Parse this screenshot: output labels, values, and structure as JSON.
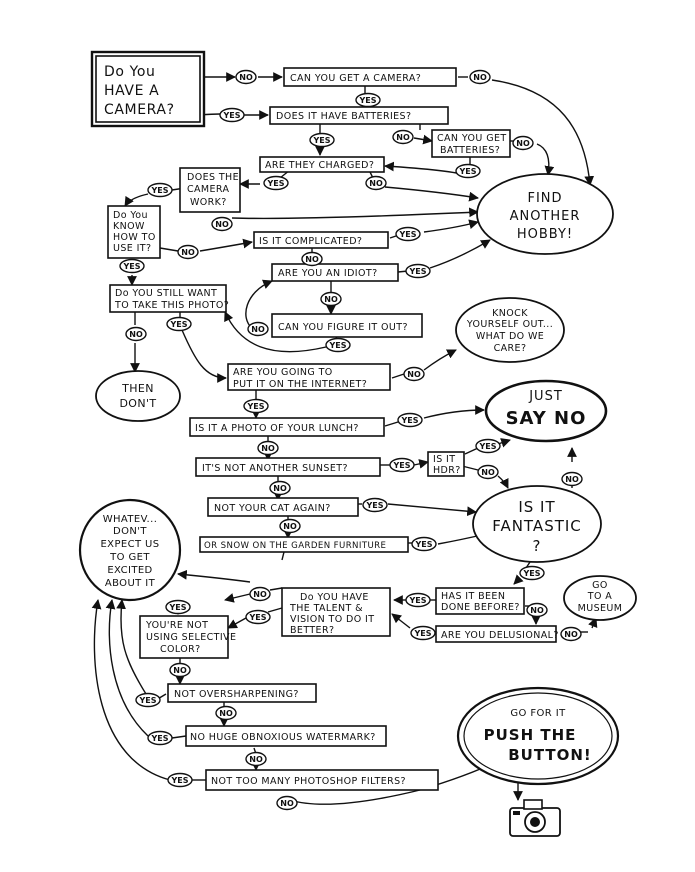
{
  "start": [
    "Do You",
    "HAVE A",
    "CAMERA?"
  ],
  "questions": {
    "can_get_camera": "CAN YOU GET A CAMERA?",
    "have_batteries": "DOES IT HAVE BATTERIES?",
    "can_get_batteries": [
      "CAN YOU GET",
      "BATTERIES?"
    ],
    "charged": "ARE THEY CHARGED?",
    "camera_work": [
      "DOES THE",
      "CAMERA",
      "WORK?"
    ],
    "know_how": [
      "Do You",
      "KNOW",
      "HOW TO",
      "USE IT?"
    ],
    "complicated": "IS IT COMPLICATED?",
    "idiot": "ARE YOU AN IDIOT?",
    "still_want": [
      "Do YOU STILL WANT",
      "TO TAKE THIS PHOTO?"
    ],
    "figure_out": "CAN YOU FIGURE IT OUT?",
    "internet": [
      "ARE YOU GOING TO",
      "PUT IT ON THE INTERNET?"
    ],
    "lunch": "IS IT A PHOTO OF YOUR LUNCH?",
    "sunset": "IT'S NOT ANOTHER SUNSET?",
    "hdr": [
      "IS IT",
      "HDR?"
    ],
    "cat": "NOT YOUR CAT AGAIN?",
    "snow": "OR SNOW ON THE GARDEN FURNITURE",
    "talent": [
      "Do YOU HAVE",
      "THE TALENT &",
      "VISION TO DO IT",
      "BETTER?"
    ],
    "done_before": [
      "HAS IT BEEN",
      "DONE BEFORE?"
    ],
    "delusional": "ARE YOU DELUSIONAL?",
    "selective": [
      "YOU'RE NOT",
      "USING SELECTIVE",
      "COLOR?"
    ],
    "sharpen": "NOT OVERSHARPENING?",
    "watermark": "NO HUGE OBNOXIOUS WATERMARK?",
    "filters": "NOT TOO MANY PHOTOSHOP FILTERS?"
  },
  "outcomes": {
    "find_hobby": [
      "FIND",
      "ANOTHER",
      "HOBBY!"
    ],
    "then_dont": [
      "THEN",
      "DON'T"
    ],
    "knock_out": [
      "KNOCK",
      "YOURSELF OUT...",
      "WHAT DO WE",
      "CARE?"
    ],
    "just_say_no": [
      "JUST",
      "SAY NO"
    ],
    "fantastic": [
      "IS IT",
      "FANTASTIC",
      "?"
    ],
    "whatev": [
      "WHATEV...",
      "DON'T",
      "EXPECT US",
      "TO GET",
      "EXCITED",
      "ABOUT IT"
    ],
    "museum": [
      "GO",
      "TO A",
      "MUSEUM"
    ],
    "push": [
      "GO FOR IT",
      "PUSH THE",
      "BUTTON!"
    ]
  },
  "yes": "YES",
  "no": "NO"
}
